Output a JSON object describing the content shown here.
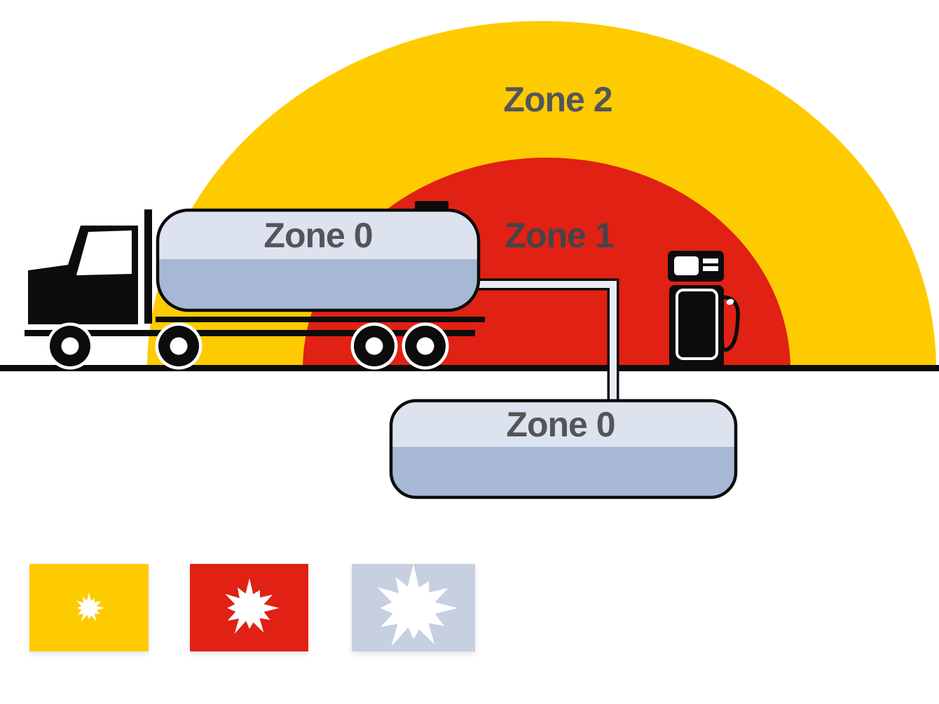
{
  "diagram": {
    "description_labels": {
      "zone2": "Zone 2",
      "zone1": "Zone 1",
      "zone0_tanker": "Zone 0",
      "zone0_underground": "Zone 0"
    }
  },
  "colors": {
    "zone2_yellow": "#FECB00",
    "zone1_red": "#E02114",
    "zone0_tank_light": "#DCE3EF",
    "zone0_tank_dark": "#A6B8D3",
    "legend_blue_gray": "#C6D0E1",
    "pipe_fill": "#E9EDF3",
    "ground_black": "#0C0C0C",
    "label_gray": "#54555A",
    "starburst_white": "#FFFFFF"
  },
  "legend": {
    "items": [
      {
        "name": "zone-2-swatch",
        "color": "#FECB00",
        "starburst": "small-starburst-icon"
      },
      {
        "name": "zone-1-swatch",
        "color": "#E02114",
        "starburst": "medium-starburst-icon"
      },
      {
        "name": "zone-0-swatch",
        "color": "#C6D0E1",
        "starburst": "large-starburst-icon"
      }
    ]
  }
}
